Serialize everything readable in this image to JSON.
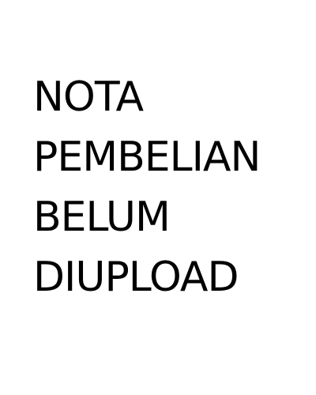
{
  "message": {
    "lines": [
      "NOTA",
      "PEMBELIAN",
      "BELUM",
      "DIUPLOAD"
    ]
  },
  "colors": {
    "background": "#ffffff",
    "text": "#000000"
  }
}
